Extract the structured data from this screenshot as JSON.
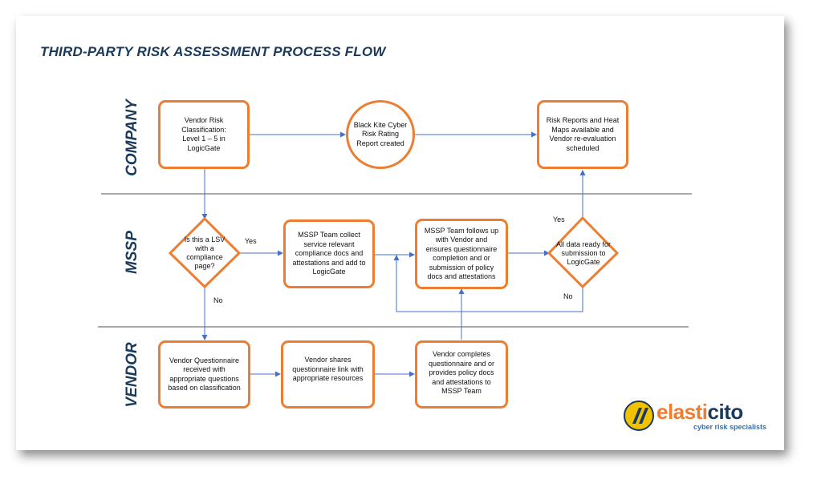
{
  "title": "THIRD-PARTY RISK ASSESSMENT PROCESS FLOW",
  "lanes": {
    "company": "COMPANY",
    "mssp": "MSSP",
    "vendor": "VENDOR"
  },
  "nodes": {
    "classification": "Vendor Risk Classification: Level 1 – 5 in LogicGate",
    "blackkite": "Black Kite Cyber Risk Rating Report created",
    "reports": "Risk Reports and Heat Maps available and Vendor re-evaluation scheduled",
    "lsv_decision": "Is this a LSV with a compliance page?",
    "mssp_collect": "MSSP Team collect service relevant compliance docs and attestations and add to LogicGate",
    "mssp_followup": "MSSP Team follows up with Vendor and ensures questionnaire completion and or submission of policy docs and attestations",
    "ready_decision": "All data ready for submission to LogicGate",
    "questionnaire_received": "Vendor Questionnaire received with appropriate questions based on classification",
    "vendor_shares": "Vendor shares questionnaire link with appropriate resources",
    "vendor_completes": "Vendor completes questionnaire and or provides policy docs and attestations to MSSP Team"
  },
  "edge_labels": {
    "lsv_yes": "Yes",
    "lsv_no": "No",
    "ready_yes": "Yes",
    "ready_no": "No"
  },
  "logo": {
    "word_a": "elasti",
    "word_b": "cito",
    "tagline": "cyber risk specialists"
  },
  "colors": {
    "node_border": "#ed7d31",
    "arrow": "#4472c4",
    "heading": "#1a3a5c"
  }
}
